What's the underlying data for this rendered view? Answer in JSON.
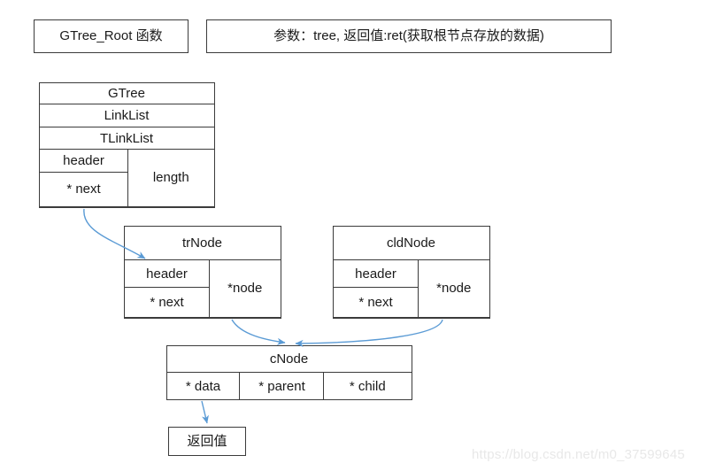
{
  "diagram": {
    "title_boxes": [
      {
        "id": "function-name",
        "label": "GTree_Root 函数"
      },
      {
        "id": "signature",
        "label": "参数：tree, 返回值:ret(获取根节点存放的数据)"
      }
    ],
    "structures": [
      {
        "id": "gtree",
        "name": "GTree",
        "rows": [
          "GTree",
          "LinkList",
          "TLinkList"
        ],
        "fields": {
          "header": "header",
          "next": "* next",
          "length": "length"
        }
      },
      {
        "id": "trnode",
        "name": "trNode",
        "fields": {
          "header": "header",
          "next": "* next",
          "node": "*node"
        }
      },
      {
        "id": "cldnode",
        "name": "cldNode",
        "fields": {
          "header": "header",
          "next": "* next",
          "node": "*node"
        }
      },
      {
        "id": "cnode",
        "name": "cNode",
        "fields": {
          "data": "* data",
          "parent": "* parent",
          "child": "* child"
        }
      }
    ],
    "result_box": {
      "id": "return-value",
      "label": "返回值"
    },
    "arrow_color": "#5b9bd5",
    "border_color": "#3b3b3b"
  },
  "watermark": {
    "text": "https://blog.csdn.net/m0_37599645"
  }
}
